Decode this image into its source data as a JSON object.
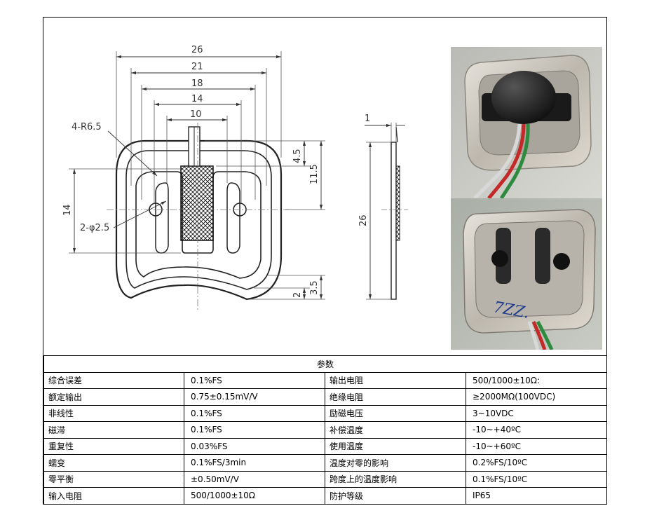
{
  "drawing": {
    "dims": {
      "w26": "26",
      "w21": "21",
      "w18": "18",
      "w14": "14",
      "w10": "10",
      "corner_radius": "4-R6.5",
      "hole": "2-φ2.5",
      "h14": "14",
      "h45": "4.5",
      "h115": "11.5",
      "h35": "3.5",
      "h2": "2",
      "thickness": "1",
      "side_height": "26"
    }
  },
  "photos": {
    "bottom_handwriting": "7ZZ."
  },
  "spec": {
    "title": "参数",
    "rows": [
      {
        "l1": "综合误差",
        "v1": "0.1%FS",
        "l2": "输出电阻",
        "v2": "500/1000±10Ω:"
      },
      {
        "l1": "额定输出",
        "v1": "0.75±0.15mV/V",
        "l2": "绝缘电阻",
        "v2": "≥2000MΩ(100VDC)"
      },
      {
        "l1": "非线性",
        "v1": "0.1%FS",
        "l2": "励磁电压",
        "v2": "3~10VDC"
      },
      {
        "l1": "磁滞",
        "v1": "0.1%FS",
        "l2": "补偿温度",
        "v2": "-10~+40ºC"
      },
      {
        "l1": "重复性",
        "v1": "0.03%FS",
        "l2": "使用温度",
        "v2": "-10~+60ºC"
      },
      {
        "l1": "蠕变",
        "v1": "0.1%FS/3min",
        "l2": "温度对零的影响",
        "v2": "0.2%FS/10ºC"
      },
      {
        "l1": "零平衡",
        "v1": "±0.50mV/V",
        "l2": "跨度上的温度影响",
        "v2": "0.1%FS/10ºC"
      },
      {
        "l1": "输入电阻",
        "v1": "500/1000±10Ω",
        "l2": "防护等级",
        "v2": "IP65"
      }
    ]
  }
}
